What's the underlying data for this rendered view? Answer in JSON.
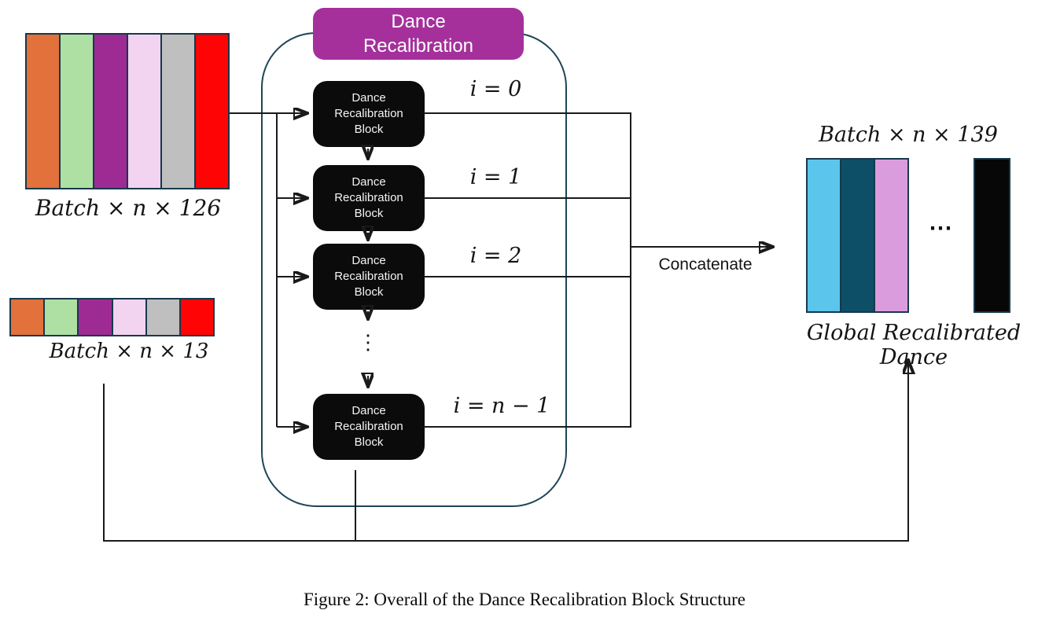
{
  "colors": {
    "input_bars": [
      "#E2713B",
      "#AEE0A3",
      "#9E2B93",
      "#F2D3F0",
      "#BFBFBF",
      "#FE0404"
    ],
    "output_bars": [
      "#5BC5EC",
      "#0D4F67",
      "#DB9CDD"
    ],
    "output_black_bar": "#070707",
    "bar_border": "#16394C",
    "container_border": "#1F4557",
    "title_bg": "#A5309C",
    "block_bg": "#0B0B0B",
    "line": "#1A1A1A"
  },
  "inputs": {
    "main_label": "Batch × n × 126",
    "aux_label": "Batch × n × 13"
  },
  "recalibration": {
    "title": "Dance Recalibration",
    "block_label": "Dance Recalibration Block",
    "index_labels": [
      "i = 0",
      "i = 1",
      "i = 2",
      "i = n − 1"
    ],
    "vdots": "⋮"
  },
  "concatenate_label": "Concatenate",
  "output": {
    "dim_label": "Batch × n × 139",
    "ellipsis": "⋯",
    "name_label": "Global Recalibrated Dance"
  },
  "caption": "Figure 2: Overall of the Dance Recalibration Block Structure"
}
